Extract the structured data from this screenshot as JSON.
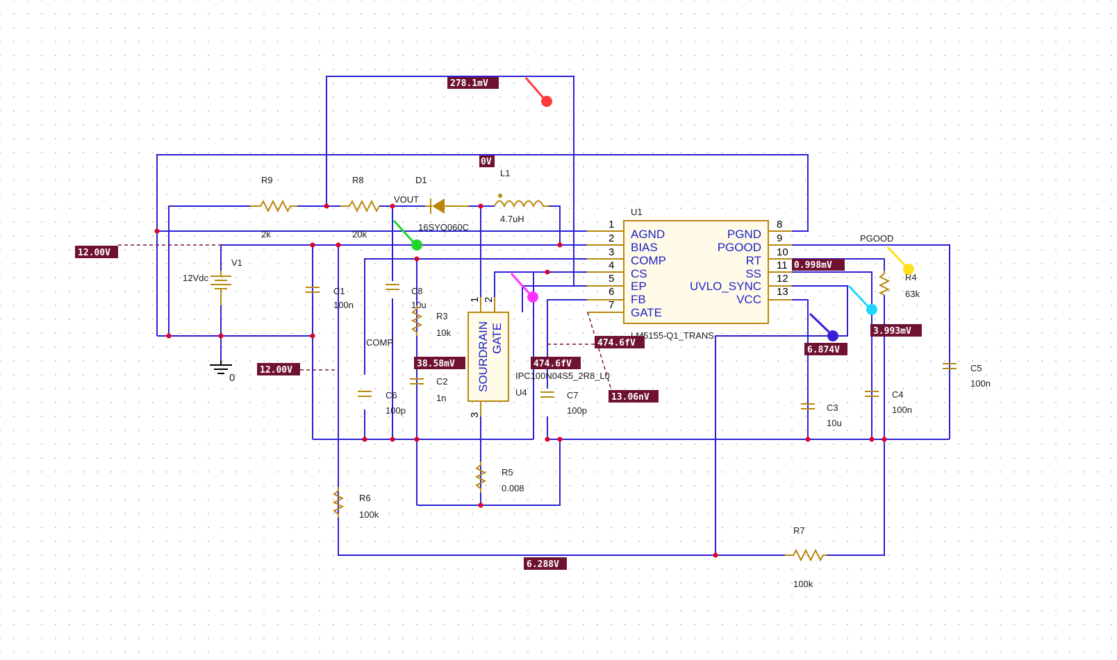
{
  "components": {
    "r9": {
      "ref": "R9",
      "value": "2k"
    },
    "r8": {
      "ref": "R8",
      "value": "20k"
    },
    "d1": {
      "ref": "D1",
      "value": "16SYQ060C"
    },
    "vout": "VOUT",
    "l1": {
      "ref": "L1",
      "value": "4.7uH"
    },
    "u1": {
      "ref": "U1",
      "part": "LM5155-Q1_TRANS"
    },
    "v1": {
      "ref": "V1",
      "value": "12Vdc"
    },
    "ground": "0",
    "c1": {
      "ref": "C1",
      "value": "100n"
    },
    "c8": {
      "ref": "C8",
      "value": "10u"
    },
    "r3": {
      "ref": "R3",
      "value": "10k"
    },
    "c2": {
      "ref": "C2",
      "value": "1n"
    },
    "c6": {
      "ref": "C6",
      "value": "100p"
    },
    "comp_net": "COMP",
    "u4": {
      "ref": "U4",
      "part": "IPC100N04S5_2R8_L0",
      "sourdrain": "SOURDRAIN",
      "gate": "GATE",
      "pin1": "1",
      "pin2": "2",
      "pin3": "3"
    },
    "c7": {
      "ref": "C7",
      "value": "100p"
    },
    "r5": {
      "ref": "R5",
      "value": "0.008"
    },
    "r6": {
      "ref": "R6",
      "value": "100k"
    },
    "r7": {
      "ref": "R7",
      "value": "100k"
    },
    "c3": {
      "ref": "C3",
      "value": "10u"
    },
    "c4": {
      "ref": "C4",
      "value": "100n"
    },
    "c5": {
      "ref": "C5",
      "value": "100n"
    },
    "r4": {
      "ref": "R4",
      "value": "63k"
    },
    "pgood_net": "PGOOD"
  },
  "u1_pins_left": [
    {
      "num": "1",
      "name": "AGND"
    },
    {
      "num": "2",
      "name": "BIAS"
    },
    {
      "num": "3",
      "name": "COMP"
    },
    {
      "num": "4",
      "name": "CS"
    },
    {
      "num": "5",
      "name": "EP"
    },
    {
      "num": "6",
      "name": "FB"
    },
    {
      "num": "7",
      "name": "GATE"
    }
  ],
  "u1_pins_right": [
    {
      "num": "8",
      "name": "PGND"
    },
    {
      "num": "9",
      "name": "PGOOD"
    },
    {
      "num": "10",
      "name": "RT"
    },
    {
      "num": "11",
      "name": "SS"
    },
    {
      "num": "12",
      "name": "UVLO_SYNC"
    },
    {
      "num": "13",
      "name": "VCC"
    }
  ],
  "voltage_labels": {
    "top": "278.1mV",
    "zero": "0V",
    "v12_left": "12.00V",
    "v12_mid": "12.00V",
    "comp": "38.58mV",
    "cs": "474.6fV",
    "ep": "474.6fV",
    "gate": "13.06nV",
    "rt": "0.998mV",
    "ss": "3.993mV",
    "uvlo": "6.874V",
    "pgood": "6.288V"
  },
  "colors": {
    "wire": "#2b1fd6",
    "component": "#b8860b",
    "voltage_bg": "#6e1230",
    "probe_red": "#ff3b3b",
    "probe_green": "#1fd62b",
    "probe_magenta": "#ff33ff",
    "probe_violet": "#3a1fd6",
    "probe_cyan": "#1fd6ff",
    "probe_yellow": "#ffe01f"
  }
}
